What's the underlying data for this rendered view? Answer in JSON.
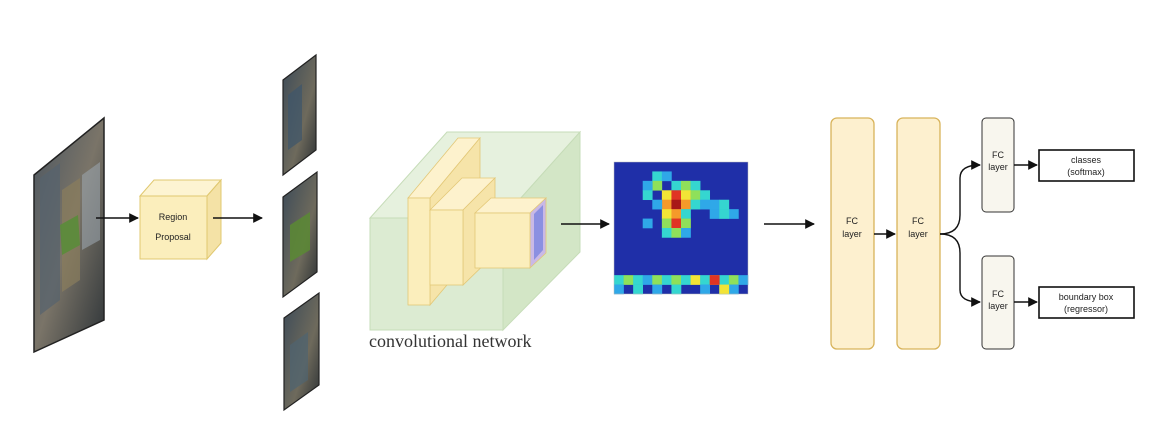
{
  "region_proposal": {
    "line1": "Region",
    "line2": "Proposal"
  },
  "conv_network": {
    "label": "convolutional network"
  },
  "fc_layers": [
    {
      "line1": "FC",
      "line2": "layer"
    },
    {
      "line1": "FC",
      "line2": "layer"
    },
    {
      "line1": "FC",
      "line2": "layer"
    },
    {
      "line1": "FC",
      "line2": "layer"
    }
  ],
  "outputs": [
    {
      "line1": "classes",
      "line2": "(softmax)"
    },
    {
      "line1": "boundary box",
      "line2": "(regressor)"
    }
  ],
  "colors": {
    "proposal_fill": "#fbeebc",
    "proposal_stroke": "#e0c870",
    "conv_fill": "#dcebd2",
    "fc_fill": "#fdf0cf",
    "fc_stroke": "#d8b35a",
    "small_fc_fill": "#f8f6ee",
    "heat_low": "#1f2fa8"
  }
}
